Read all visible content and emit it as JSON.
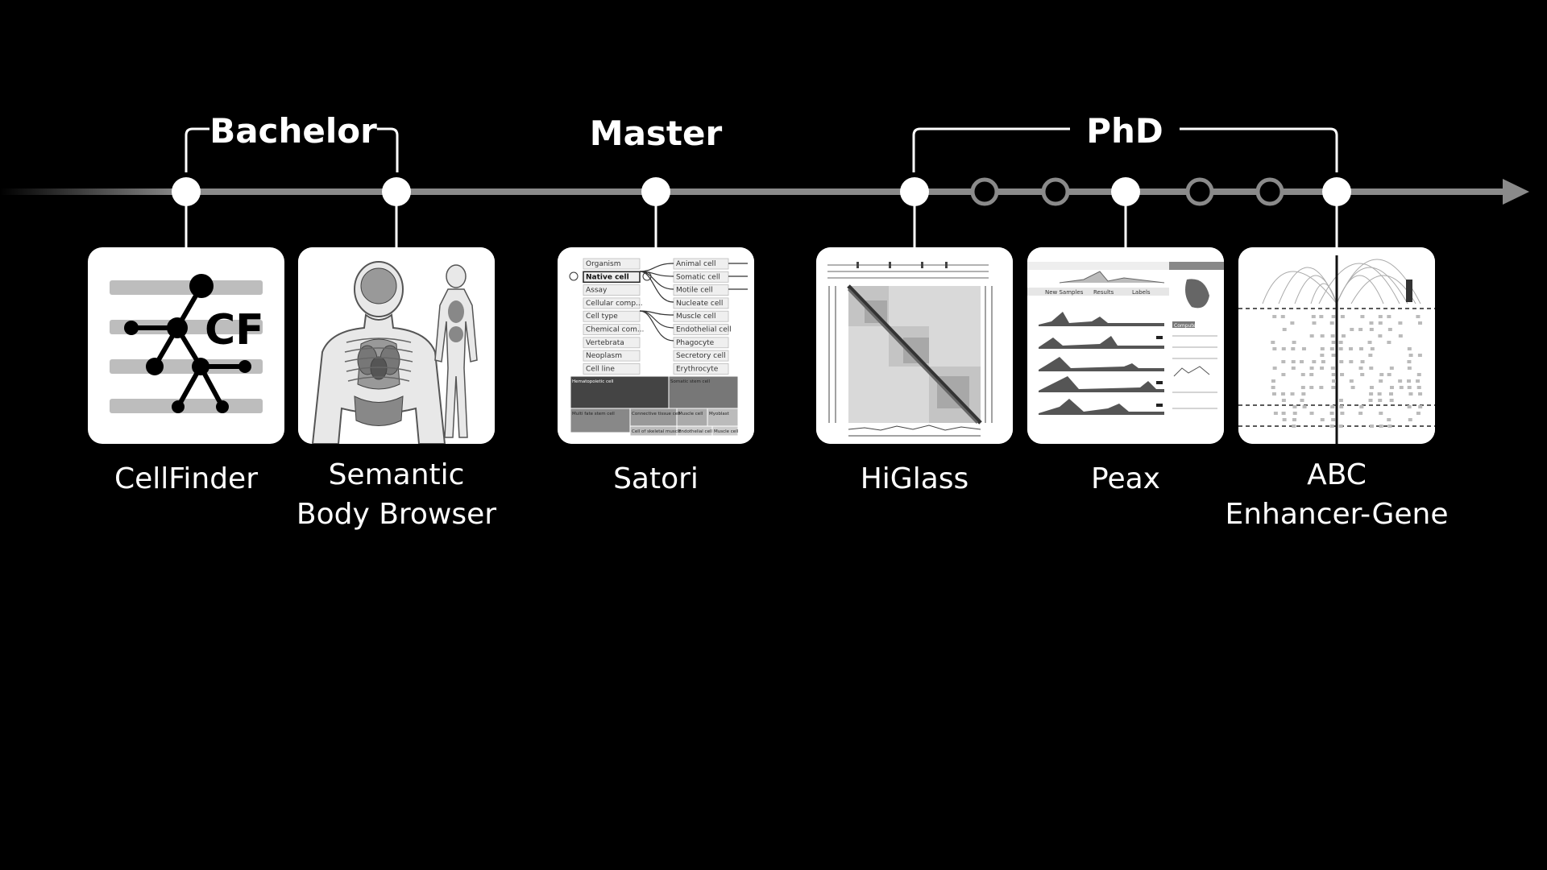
{
  "phases": {
    "bachelor": "Bachelor",
    "master": "Master",
    "phd": "PhD"
  },
  "projects": [
    {
      "id": "cellfinder",
      "lines": [
        "CellFinder"
      ],
      "icon": "cellfinder-logo-icon"
    },
    {
      "id": "semantic-body-browser",
      "lines": [
        "Semantic",
        "Body Browser"
      ],
      "icon": "human-anatomy-icon"
    },
    {
      "id": "satori",
      "lines": [
        "Satori"
      ],
      "icon": "satori-screenshot"
    },
    {
      "id": "higlass",
      "lines": [
        "HiGlass"
      ],
      "icon": "higlass-heatmap-screenshot"
    },
    {
      "id": "peax",
      "lines": [
        "Peax"
      ],
      "icon": "peax-screenshot"
    },
    {
      "id": "abc",
      "lines": [
        "ABC",
        "Enhancer-Gene"
      ],
      "icon": "abc-enhancer-gene-screenshot"
    }
  ],
  "cellfinder_logo": "CF",
  "satori": {
    "left_terms": [
      "Organism",
      "Native cell",
      "Assay",
      "Cellular comp...",
      "Cell type",
      "Chemical com...",
      "Vertebrata",
      "Neoplasm",
      "Cell line"
    ],
    "right_terms": [
      "Animal cell",
      "Somatic cell",
      "Motile cell",
      "Nucleate cell",
      "Muscle cell",
      "Endothelial cell",
      "Phagocyte",
      "Secretory cell",
      "Erythrocyte"
    ],
    "treemap": [
      "Hematopoietic cell",
      "Somatic stem cell",
      "Multi fate stem cell",
      "Connective tissue cell",
      "Muscle cell",
      "Myoblast",
      "Cell of skeletal muscle",
      "Endothelial cell",
      "Muscle cell"
    ]
  },
  "peax": {
    "tabs": [
      "New Samples",
      "Results",
      "Labels"
    ],
    "button": "Compute"
  },
  "colors": {
    "background": "#000000",
    "timeline": "#8a8a8a",
    "node_fill": "#ffffff",
    "hollow_ring": "#8a8a8a"
  }
}
